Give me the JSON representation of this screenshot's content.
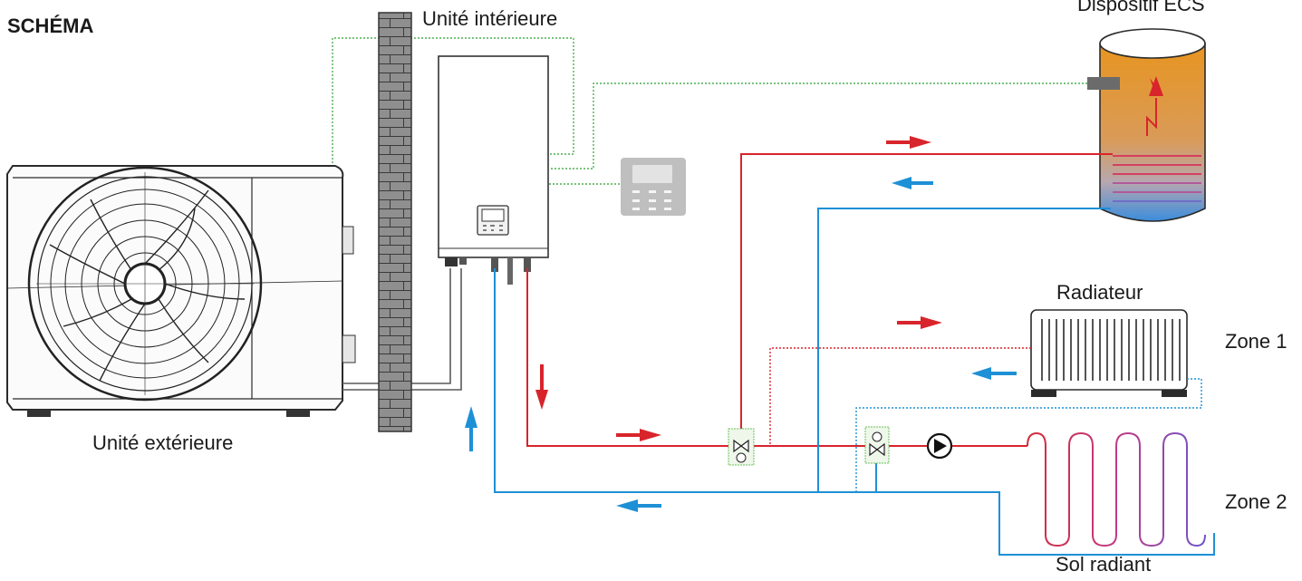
{
  "title": "SCHÉMA",
  "labels": {
    "indoor_unit": "Unité intérieure",
    "outdoor_unit": "Unité extérieure",
    "dhw_device": "Dispositif ECS",
    "radiator": "Radiateur",
    "zone1": "Zone 1",
    "zone2": "Zone 2",
    "underfloor": "Sol radiant"
  },
  "colors": {
    "flow_hot": "#d22b2b",
    "flow_cold": "#1e90d6",
    "signal_wire": "#52b847",
    "wall_brick": "#8c8c8c",
    "tank_top": "#e79a25",
    "tank_bottom": "#3a8fd8"
  },
  "icons": [
    "brick-wall",
    "outdoor-fan-unit",
    "indoor-unit",
    "wired-controller",
    "hot-water-tank",
    "radiator",
    "three-way-valve",
    "circulation-pump",
    "flow-arrow"
  ]
}
